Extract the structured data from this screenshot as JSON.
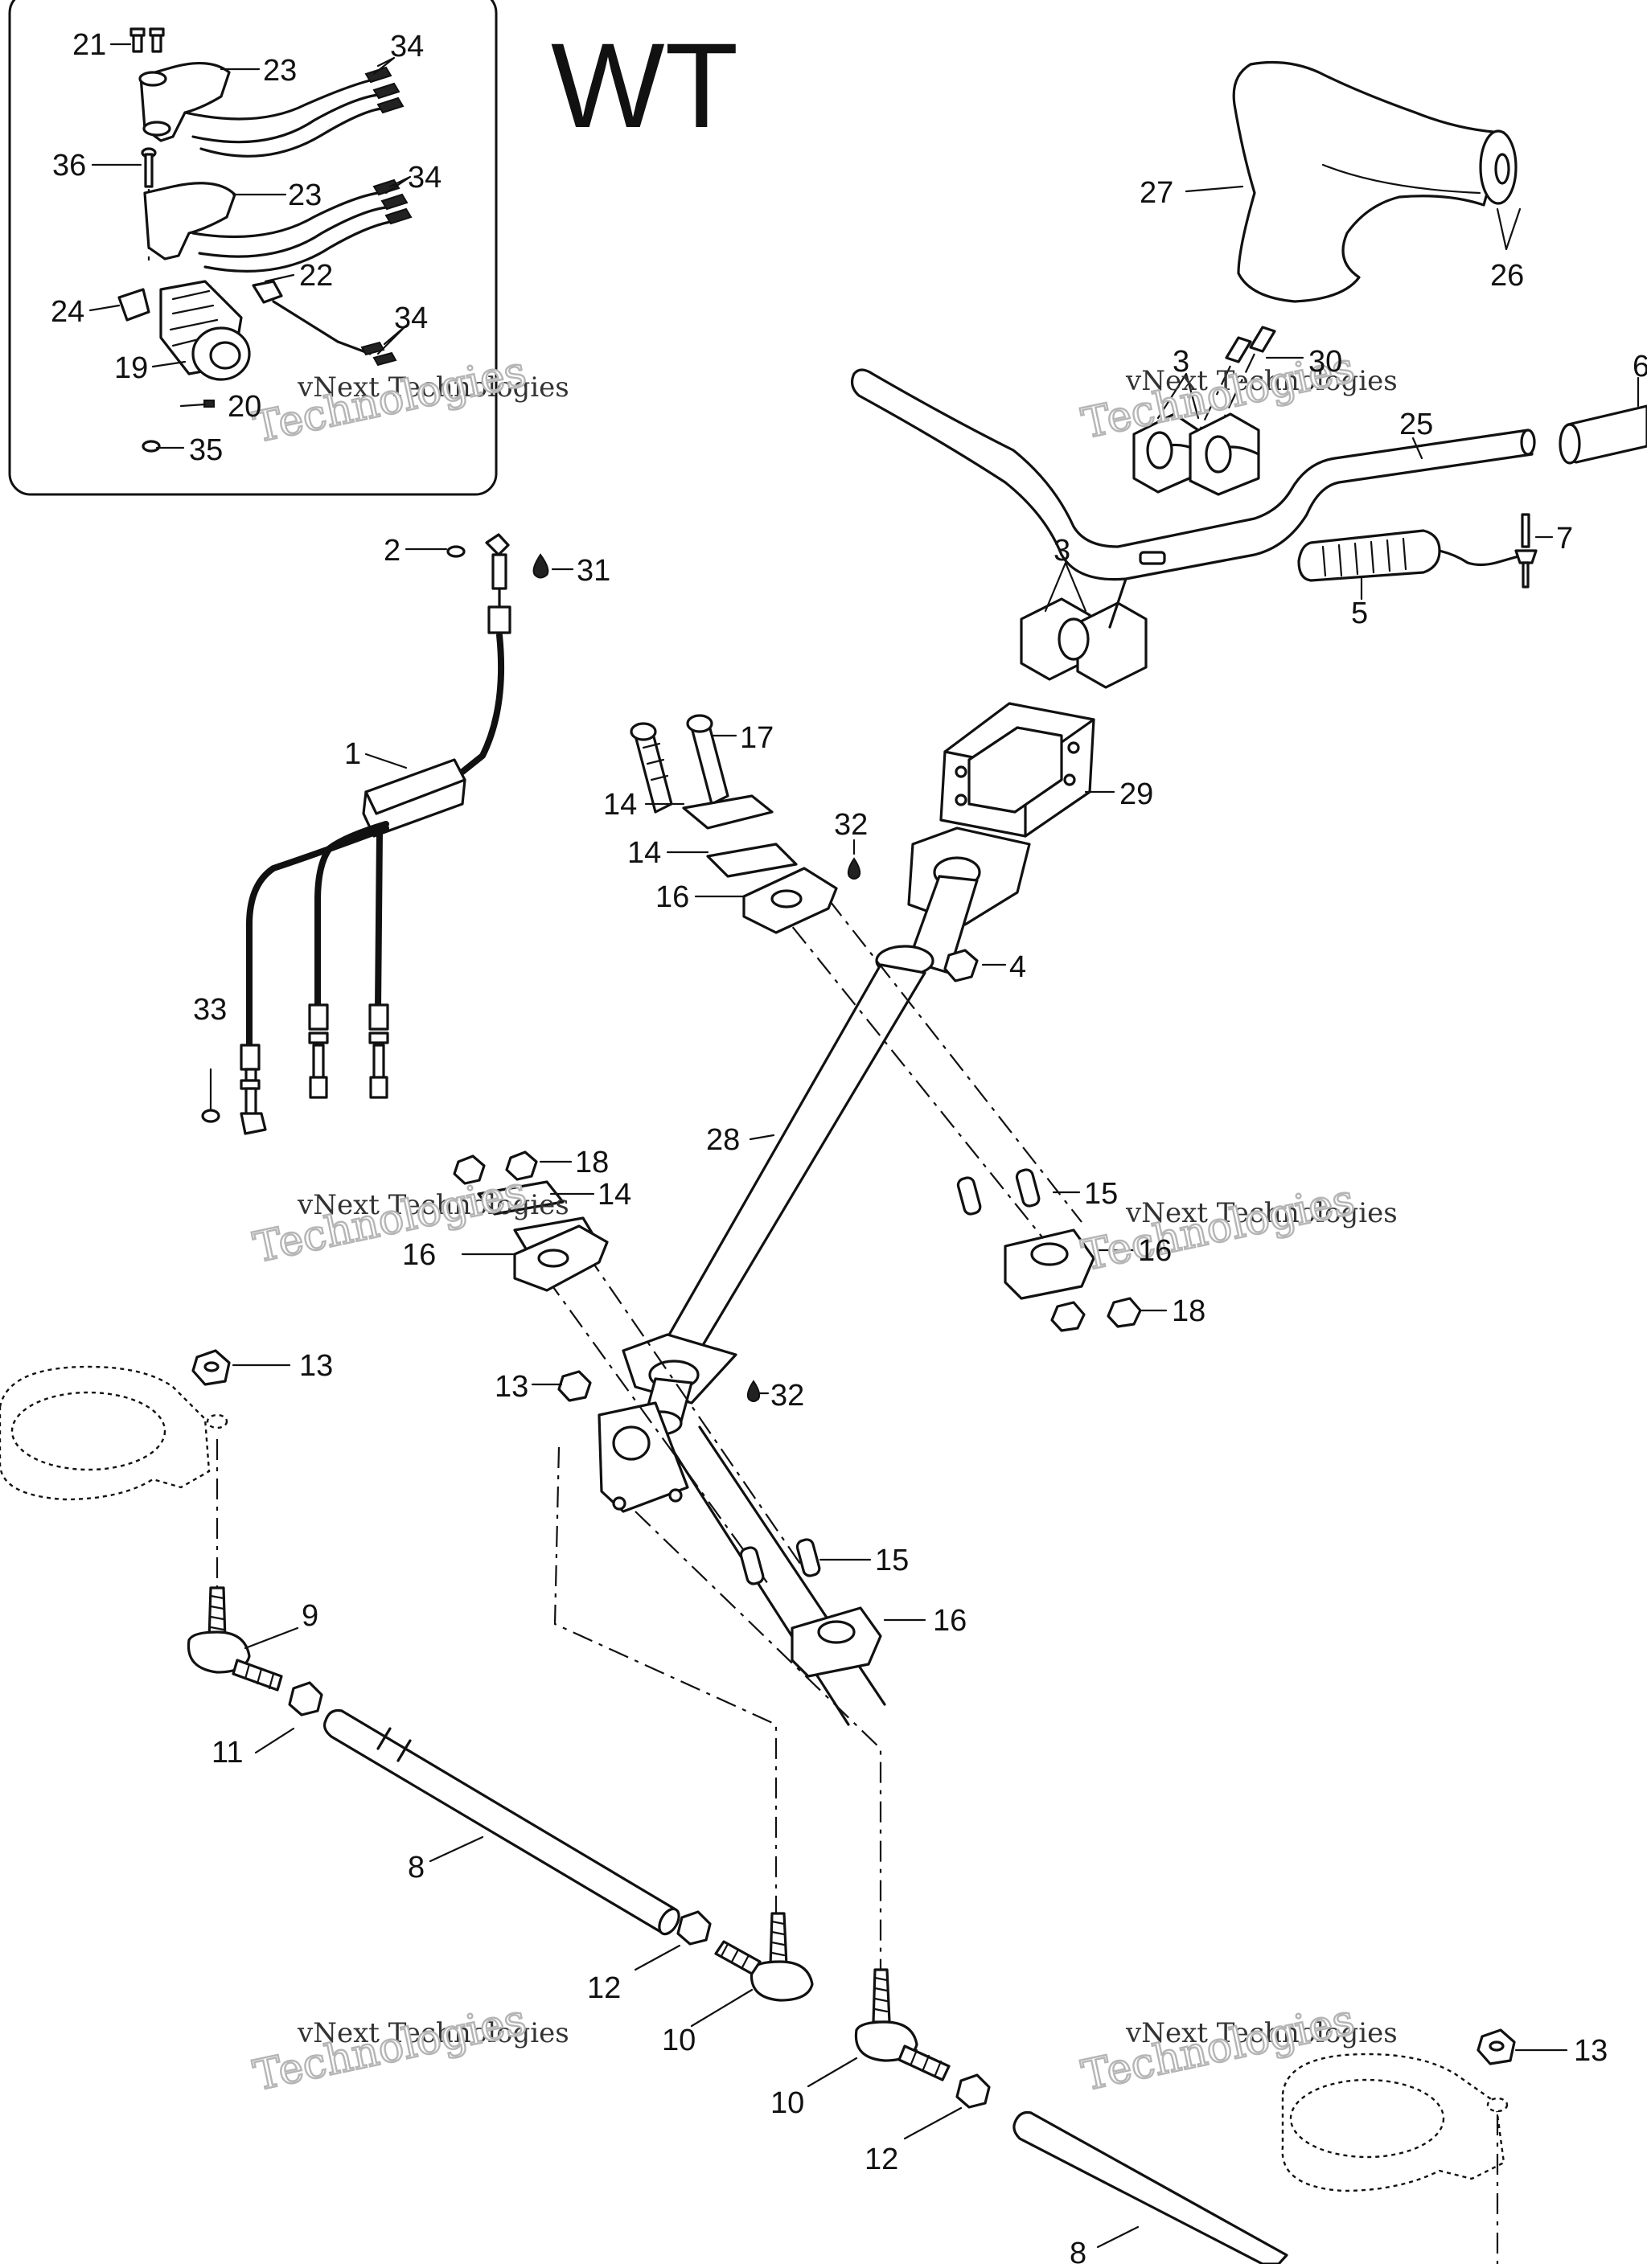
{
  "diagram": {
    "model_code": "WT",
    "watermark": {
      "line1": "vNext Technologies",
      "line2": "Technologies"
    },
    "callouts": [
      {
        "id": "c-21",
        "text": "21"
      },
      {
        "id": "c-34a",
        "text": "34"
      },
      {
        "id": "c-23a",
        "text": "23"
      },
      {
        "id": "c-36",
        "text": "36"
      },
      {
        "id": "c-23b",
        "text": "23"
      },
      {
        "id": "c-34b",
        "text": "34"
      },
      {
        "id": "c-22",
        "text": "22"
      },
      {
        "id": "c-24",
        "text": "24"
      },
      {
        "id": "c-34c",
        "text": "34"
      },
      {
        "id": "c-19",
        "text": "19"
      },
      {
        "id": "c-20",
        "text": "20"
      },
      {
        "id": "c-35",
        "text": "35"
      },
      {
        "id": "c-27",
        "text": "27"
      },
      {
        "id": "c-26",
        "text": "26"
      },
      {
        "id": "c-3a",
        "text": "3"
      },
      {
        "id": "c-30",
        "text": "30"
      },
      {
        "id": "c-6",
        "text": "6"
      },
      {
        "id": "c-25",
        "text": "25"
      },
      {
        "id": "c-7",
        "text": "7"
      },
      {
        "id": "c-3b",
        "text": "3"
      },
      {
        "id": "c-5",
        "text": "5"
      },
      {
        "id": "c-2",
        "text": "2"
      },
      {
        "id": "c-31",
        "text": "31"
      },
      {
        "id": "c-1",
        "text": "1"
      },
      {
        "id": "c-17",
        "text": "17"
      },
      {
        "id": "c-29",
        "text": "29"
      },
      {
        "id": "c-14a",
        "text": "14"
      },
      {
        "id": "c-32a",
        "text": "32"
      },
      {
        "id": "c-14b",
        "text": "14"
      },
      {
        "id": "c-16a",
        "text": "16"
      },
      {
        "id": "c-4",
        "text": "4"
      },
      {
        "id": "c-33",
        "text": "33"
      },
      {
        "id": "c-28",
        "text": "28"
      },
      {
        "id": "c-18a",
        "text": "18"
      },
      {
        "id": "c-14c",
        "text": "14"
      },
      {
        "id": "c-15a",
        "text": "15"
      },
      {
        "id": "c-16b",
        "text": "16"
      },
      {
        "id": "c-16c",
        "text": "16"
      },
      {
        "id": "c-18b",
        "text": "18"
      },
      {
        "id": "c-13a",
        "text": "13"
      },
      {
        "id": "c-13b",
        "text": "13"
      },
      {
        "id": "c-32b",
        "text": "32"
      },
      {
        "id": "c-15b",
        "text": "15"
      },
      {
        "id": "c-9",
        "text": "9"
      },
      {
        "id": "c-16d",
        "text": "16"
      },
      {
        "id": "c-11",
        "text": "11"
      },
      {
        "id": "c-8a",
        "text": "8"
      },
      {
        "id": "c-12a",
        "text": "12"
      },
      {
        "id": "c-10a",
        "text": "10"
      },
      {
        "id": "c-13c",
        "text": "13"
      },
      {
        "id": "c-10b",
        "text": "10"
      },
      {
        "id": "c-12b",
        "text": "12"
      },
      {
        "id": "c-8b",
        "text": "8"
      }
    ]
  }
}
